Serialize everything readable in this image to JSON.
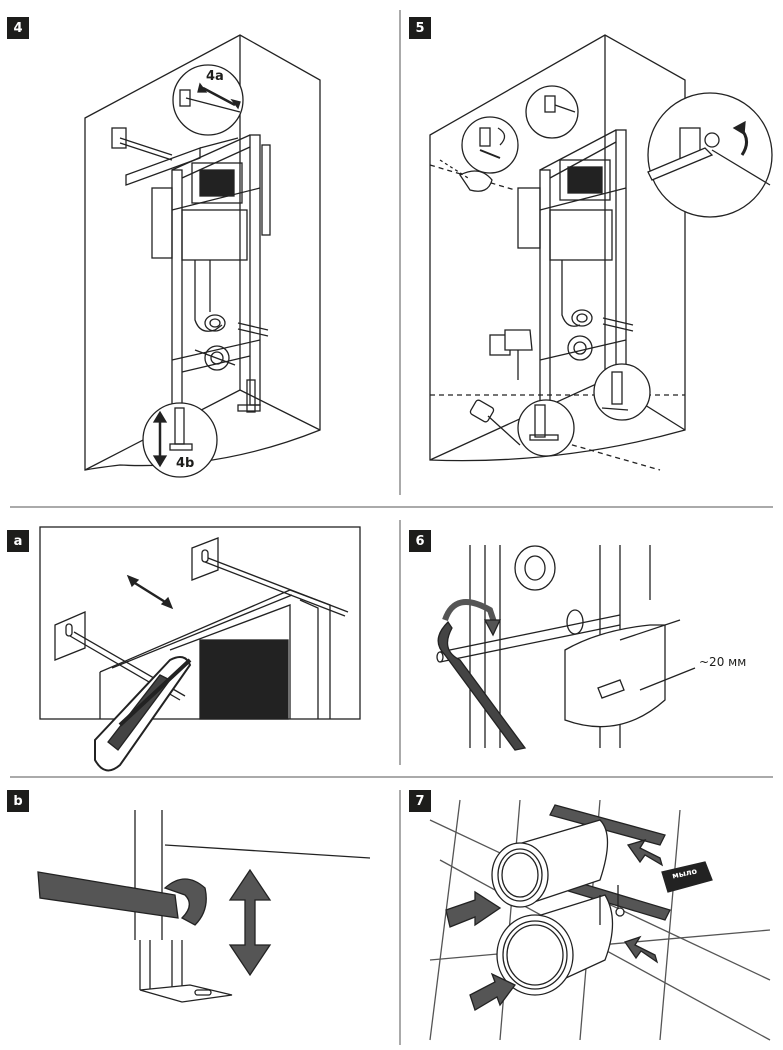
{
  "steps": {
    "s4": "4",
    "s5": "5",
    "sa": "a",
    "s6": "6",
    "sb": "b",
    "s7": "7"
  },
  "labels": {
    "l4a": "4a",
    "l4b": "4b",
    "gap": "~20 мм",
    "soap": "мыло"
  },
  "colors": {
    "ink": "#1d1d1b",
    "tool": "#555555",
    "line": "#222222"
  }
}
